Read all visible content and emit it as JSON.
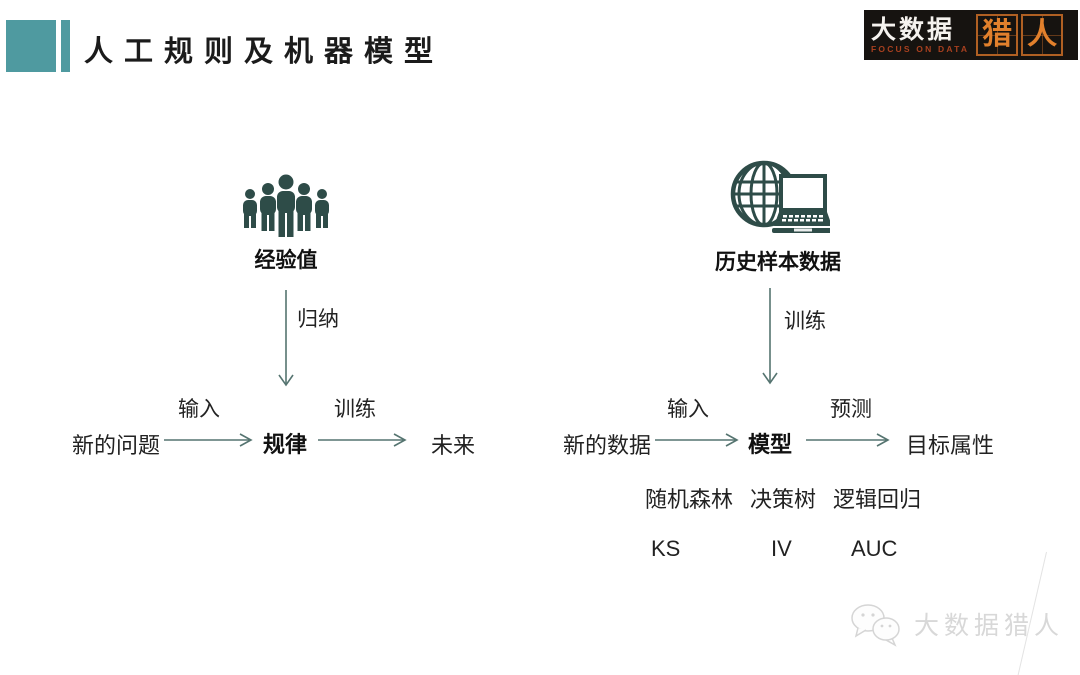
{
  "header": {
    "title": "人工规则及机器模型",
    "accent_color": "#4f9aa0"
  },
  "logo": {
    "main": "大数据",
    "tagline": "FOCUS ON DATA",
    "char1": "猎",
    "char2": "人",
    "orange": "#e2802c",
    "bg": "#161310"
  },
  "left_flow": {
    "icon": "people-group-icon",
    "icon_label": "经验值",
    "down_arrow_label": "归纳",
    "source": "新的问题",
    "arrow1_label": "输入",
    "node": "规律",
    "arrow2_label": "训练",
    "target": "未来"
  },
  "right_flow": {
    "icon": "globe-laptop-icon",
    "icon_label": "历史样本数据",
    "down_arrow_label": "训练",
    "source": "新的数据",
    "arrow1_label": "输入",
    "node": "模型",
    "arrow2_label": "预测",
    "target": "目标属性",
    "algorithms": [
      "随机森林",
      "决策树",
      "逻辑回归"
    ],
    "metrics": [
      "KS",
      "IV",
      "AUC"
    ]
  },
  "watermark": {
    "text": "大数据猎人"
  },
  "colors": {
    "icon_teal": "#2e4c48",
    "arrow": "#557470",
    "text": "#1e1e1e"
  }
}
